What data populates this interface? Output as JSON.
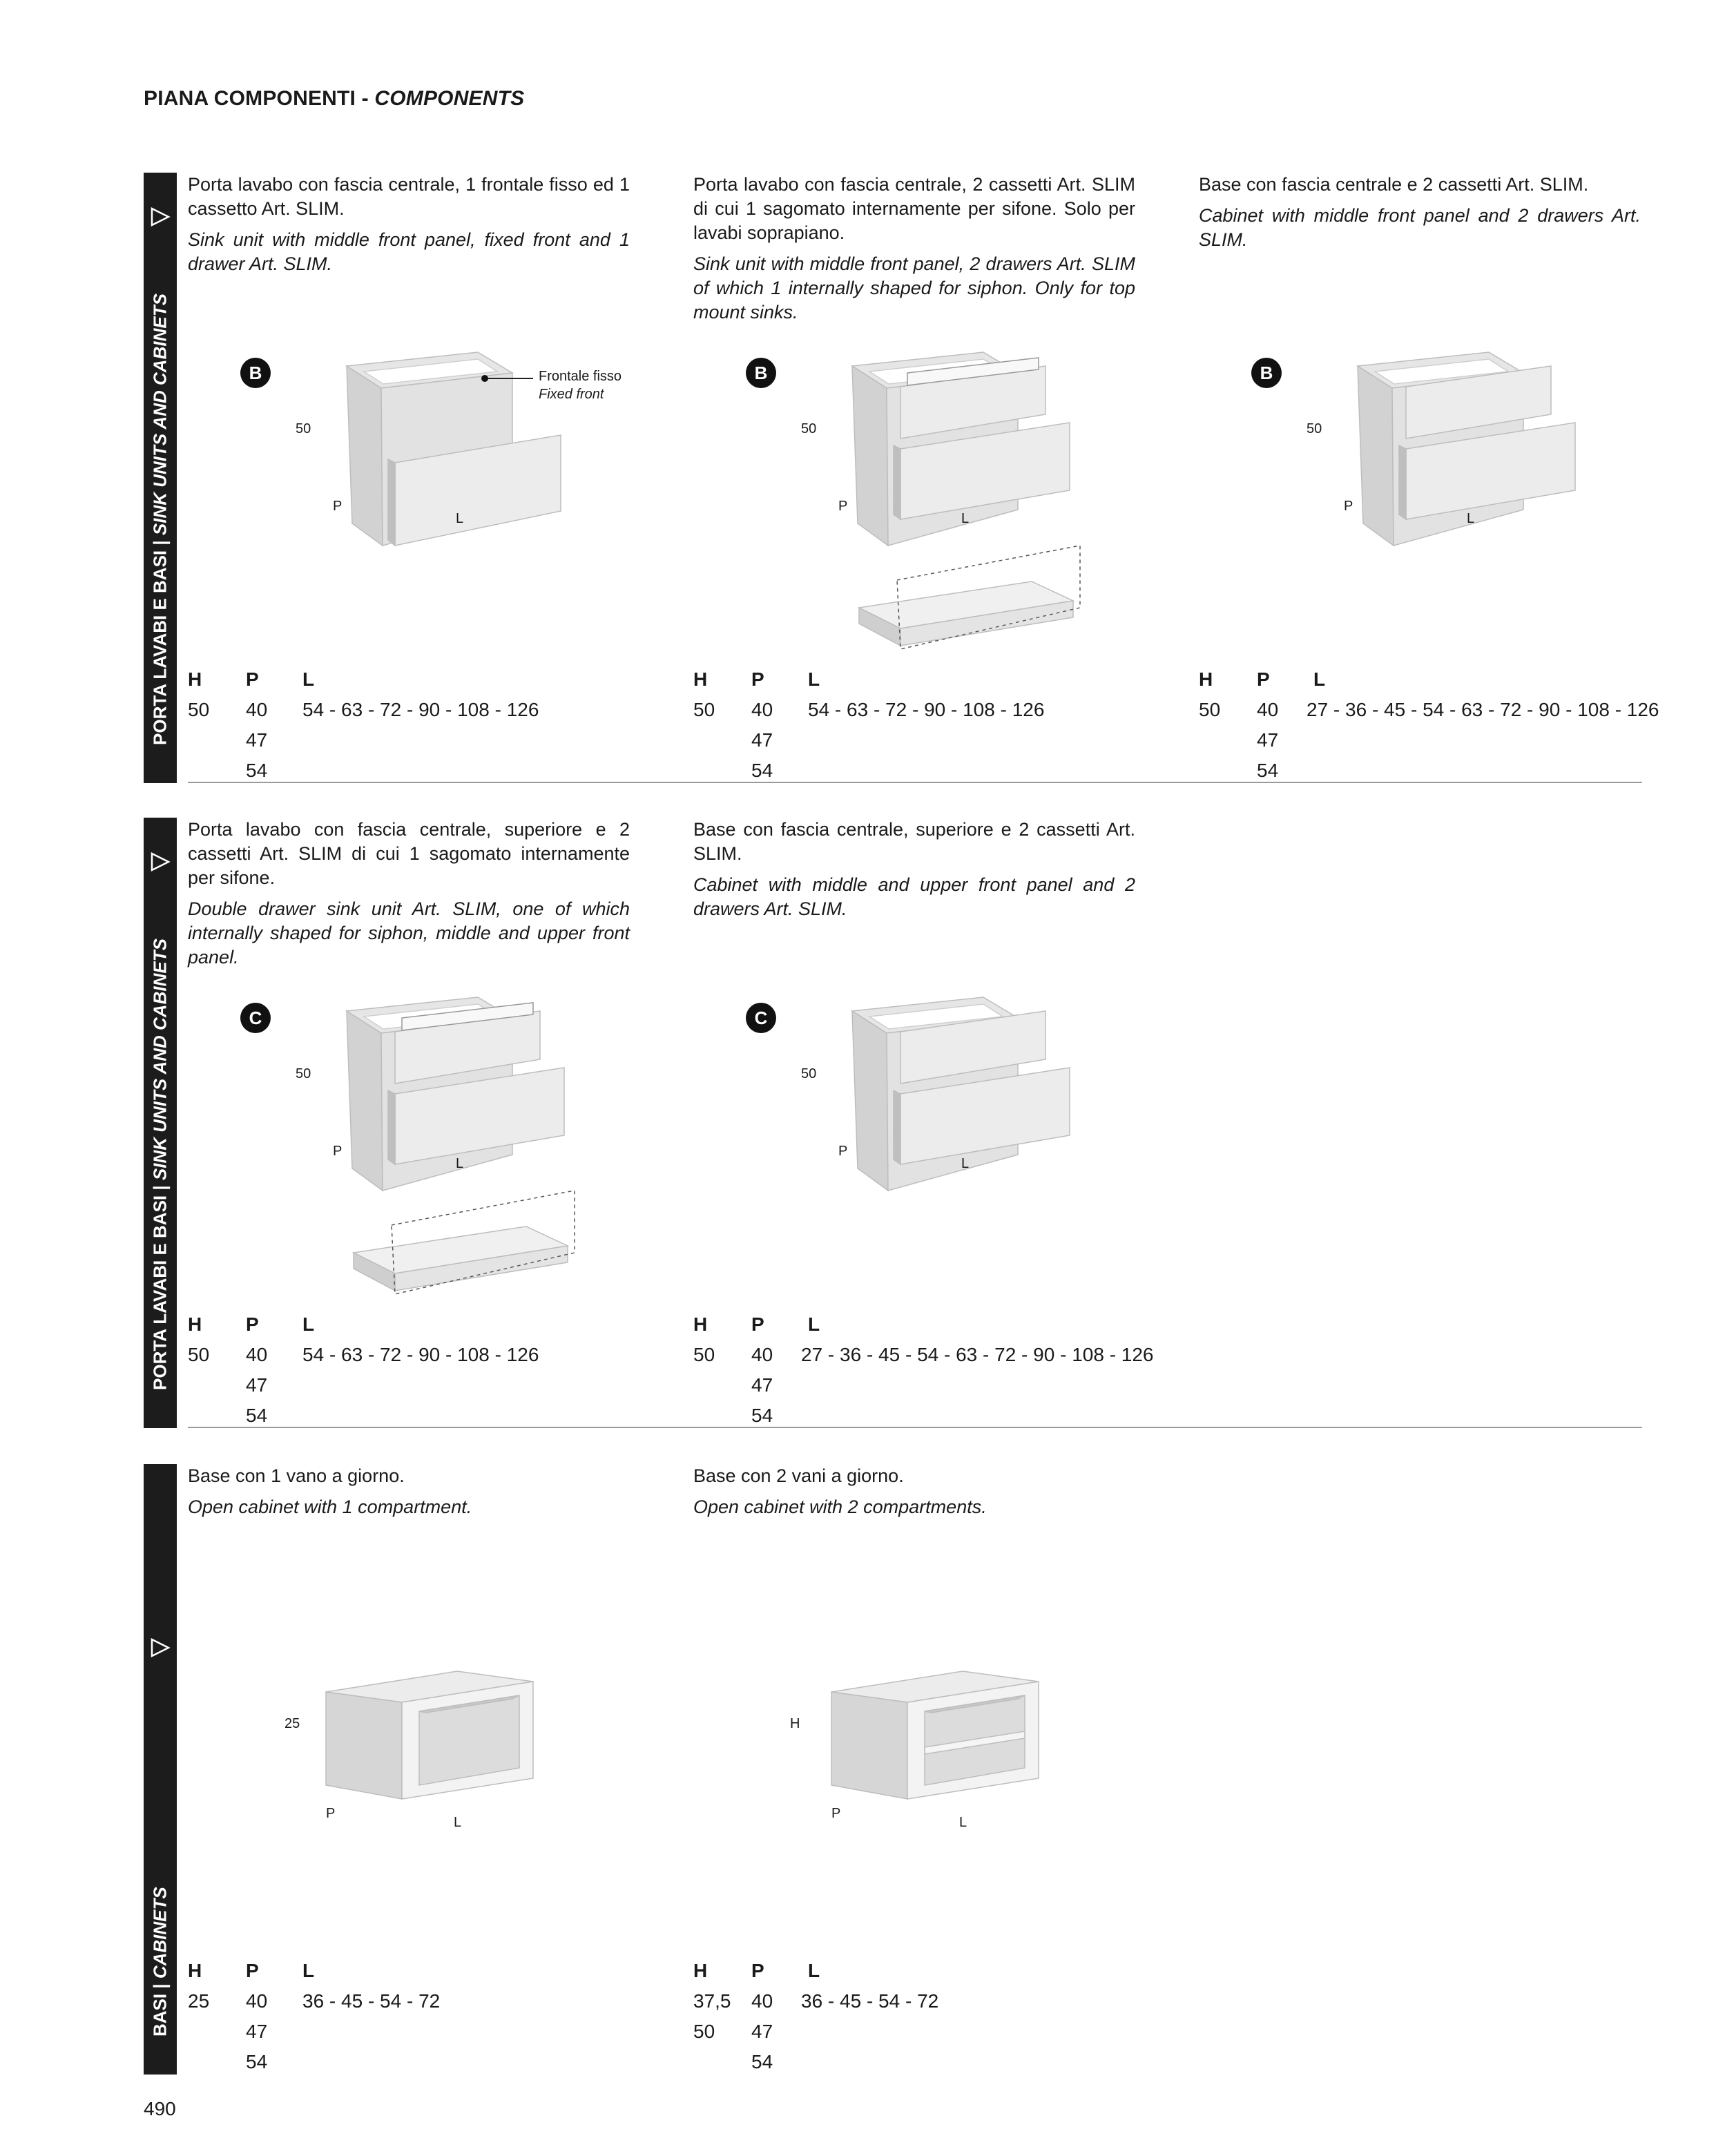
{
  "header": {
    "title_it": "PIANA COMPONENTI - ",
    "title_en": "COMPONENTS"
  },
  "page_number": "490",
  "table_headers": {
    "h": "H",
    "p": "P",
    "l": "L"
  },
  "sections": [
    {
      "sidebar_it": "PORTA LAVABI E BASI | ",
      "sidebar_en": "SINK UNITS AND CABINETS",
      "cards": [
        {
          "desc_it": "Porta lavabo con fascia centrale, 1 frontale fisso ed 1 cassetto Art. SLIM.",
          "desc_en": "Sink unit with middle front panel, fixed front and 1 drawer Art. SLIM.",
          "badge": "B",
          "height_label": "50",
          "p_label": "P",
          "l_label": "L",
          "callout_it": "Frontale fisso",
          "callout_en": "Fixed front",
          "figure": "fixed-front-1-drawer",
          "siphon_drawer": false,
          "h": [
            "50"
          ],
          "p": [
            "40",
            "47",
            "54"
          ],
          "l": "54 - 63 - 72 - 90 - 108 - 126"
        },
        {
          "desc_it": "Porta lavabo con fascia centrale, 2 cassetti Art. SLIM di cui 1 sagomato internamente per sifone. Solo per lavabi soprapiano.",
          "desc_en": "Sink unit with middle front panel, 2 drawers Art. SLIM of which 1 internally shaped for siphon. Only for top mount sinks.",
          "badge": "B",
          "height_label": "50",
          "p_label": "P",
          "l_label": "L",
          "figure": "2-drawers",
          "siphon_drawer": true,
          "h": [
            "50"
          ],
          "p": [
            "40",
            "47",
            "54"
          ],
          "l": "54 - 63 - 72 - 90 - 108 - 126"
        },
        {
          "desc_it": "Base con fascia centrale e 2 cassetti Art. SLIM.",
          "desc_en": "Cabinet with middle front panel and 2 drawers Art. SLIM.",
          "badge": "B",
          "height_label": "50",
          "p_label": "P",
          "l_label": "L",
          "figure": "2-drawers",
          "siphon_drawer": false,
          "h": [
            "50"
          ],
          "p": [
            "40",
            "47",
            "54"
          ],
          "l": "27 - 36 - 45 - 54 - 63 - 72 - 90 - 108 - 126"
        }
      ]
    },
    {
      "sidebar_it": "PORTA LAVABI E BASI | ",
      "sidebar_en": "SINK UNITS AND CABINETS",
      "cards": [
        {
          "desc_it": "Porta lavabo con fascia centrale, superiore e 2 cassetti Art. SLIM di cui 1 sagomato internamente per sifone.",
          "desc_en": "Double drawer sink unit Art. SLIM, one of which internally shaped for siphon, middle and upper front panel.",
          "badge": "C",
          "height_label": "50",
          "p_label": "P",
          "l_label": "L",
          "figure": "2-drawers",
          "siphon_drawer": true,
          "h": [
            "50"
          ],
          "p": [
            "40",
            "47",
            "54"
          ],
          "l": "54 - 63 - 72 - 90 - 108 - 126"
        },
        {
          "desc_it": "Base con fascia centrale, superiore e 2 cassetti Art. SLIM.",
          "desc_en": "Cabinet with middle and upper front panel and 2 drawers Art. SLIM.",
          "badge": "C",
          "height_label": "50",
          "p_label": "P",
          "l_label": "L",
          "figure": "2-drawers",
          "siphon_drawer": false,
          "h": [
            "50"
          ],
          "p": [
            "40",
            "47",
            "54"
          ],
          "l": "27 - 36 - 45 - 54 - 63 - 72 - 90 - 108 - 126"
        }
      ]
    },
    {
      "sidebar_it": "BASI | ",
      "sidebar_en": "CABINETS",
      "cards": [
        {
          "desc_it": "Base con 1 vano a giorno.",
          "desc_en": "Open cabinet with 1 compartment.",
          "height_label": "25",
          "p_label": "P",
          "l_label": "L",
          "figure": "open-1",
          "siphon_drawer": false,
          "h": [
            "25"
          ],
          "p": [
            "40",
            "47",
            "54"
          ],
          "l": "36 - 45 - 54 - 72"
        },
        {
          "desc_it": "Base con 2 vani a giorno.",
          "desc_en": "Open cabinet with 2 compartments.",
          "height_label": "H",
          "p_label": "P",
          "l_label": "L",
          "figure": "open-2",
          "siphon_drawer": false,
          "h": [
            "37,5",
            "50"
          ],
          "p": [
            "40",
            "47",
            "54"
          ],
          "l": "36 - 45 - 54 - 72"
        }
      ]
    }
  ]
}
